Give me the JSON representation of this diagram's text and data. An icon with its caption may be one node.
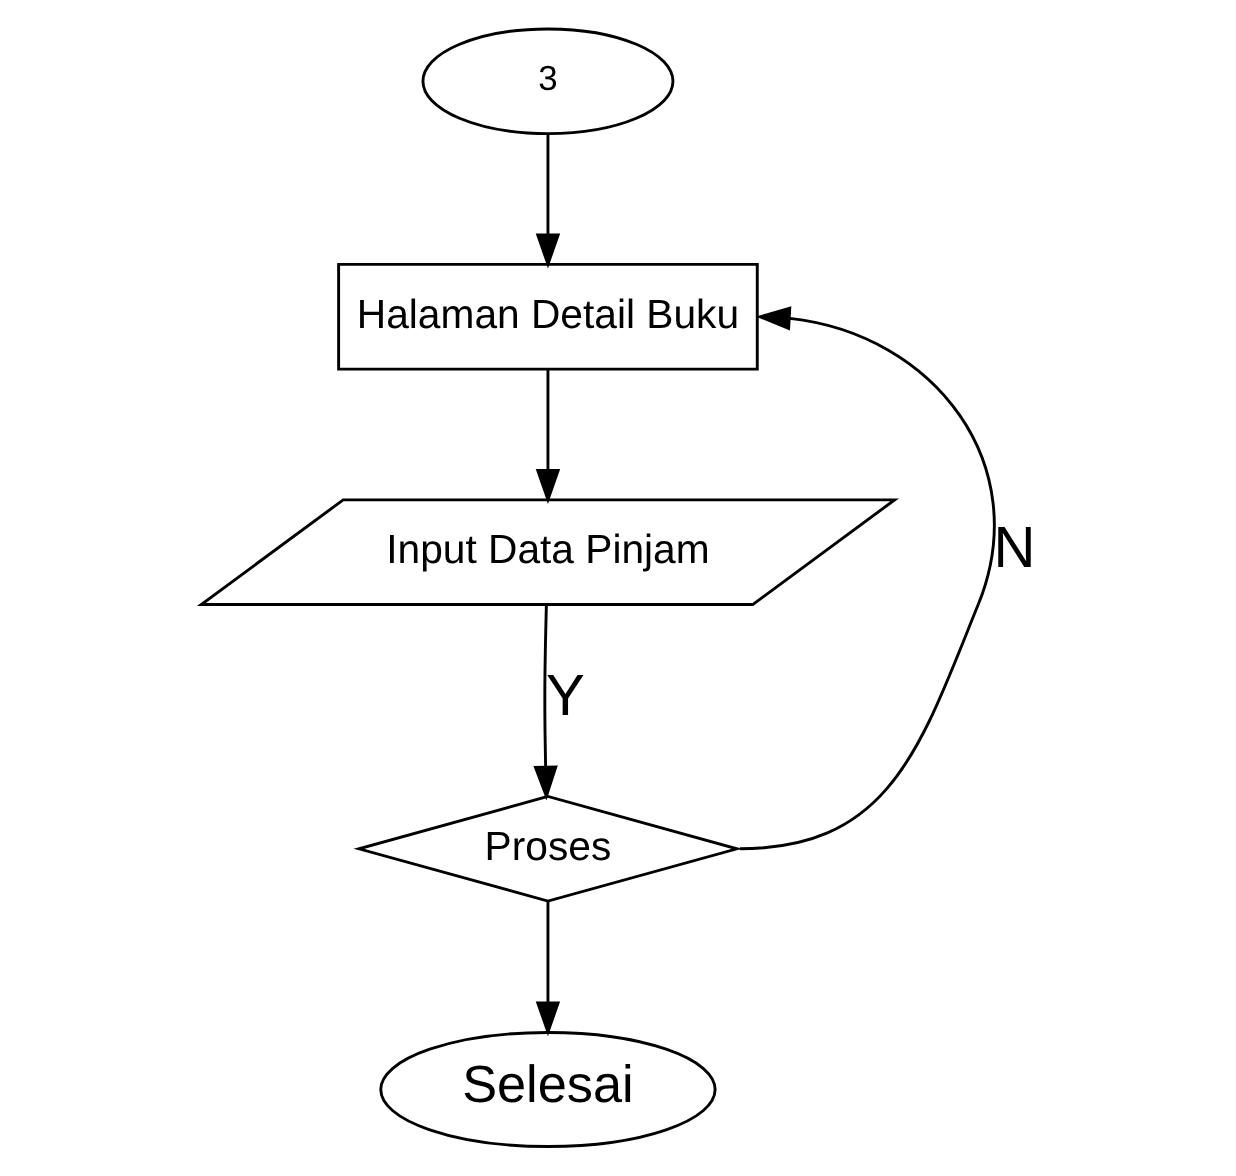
{
  "diagram": {
    "nodes": [
      {
        "text": [
          "3"
        ]
      },
      {
        "text": [
          "Halaman Detail Buku"
        ]
      },
      {
        "text": [
          "Input Data Pinjam"
        ]
      },
      {
        "text": [
          "Proses"
        ]
      },
      {
        "text": [
          "Selesai"
        ]
      }
    ],
    "edges": [
      {
        "from": 0,
        "to": 1,
        "arrow": "to"
      },
      {
        "from": 1,
        "to": 2,
        "arrow": "to"
      },
      {
        "from": 2,
        "to": 3,
        "arrow": "to",
        "label": "Y"
      },
      {
        "from": 3,
        "to": 4,
        "arrow": "to"
      },
      {
        "from": 3,
        "to": 1,
        "arrow": "to",
        "label": "N"
      }
    ]
  }
}
